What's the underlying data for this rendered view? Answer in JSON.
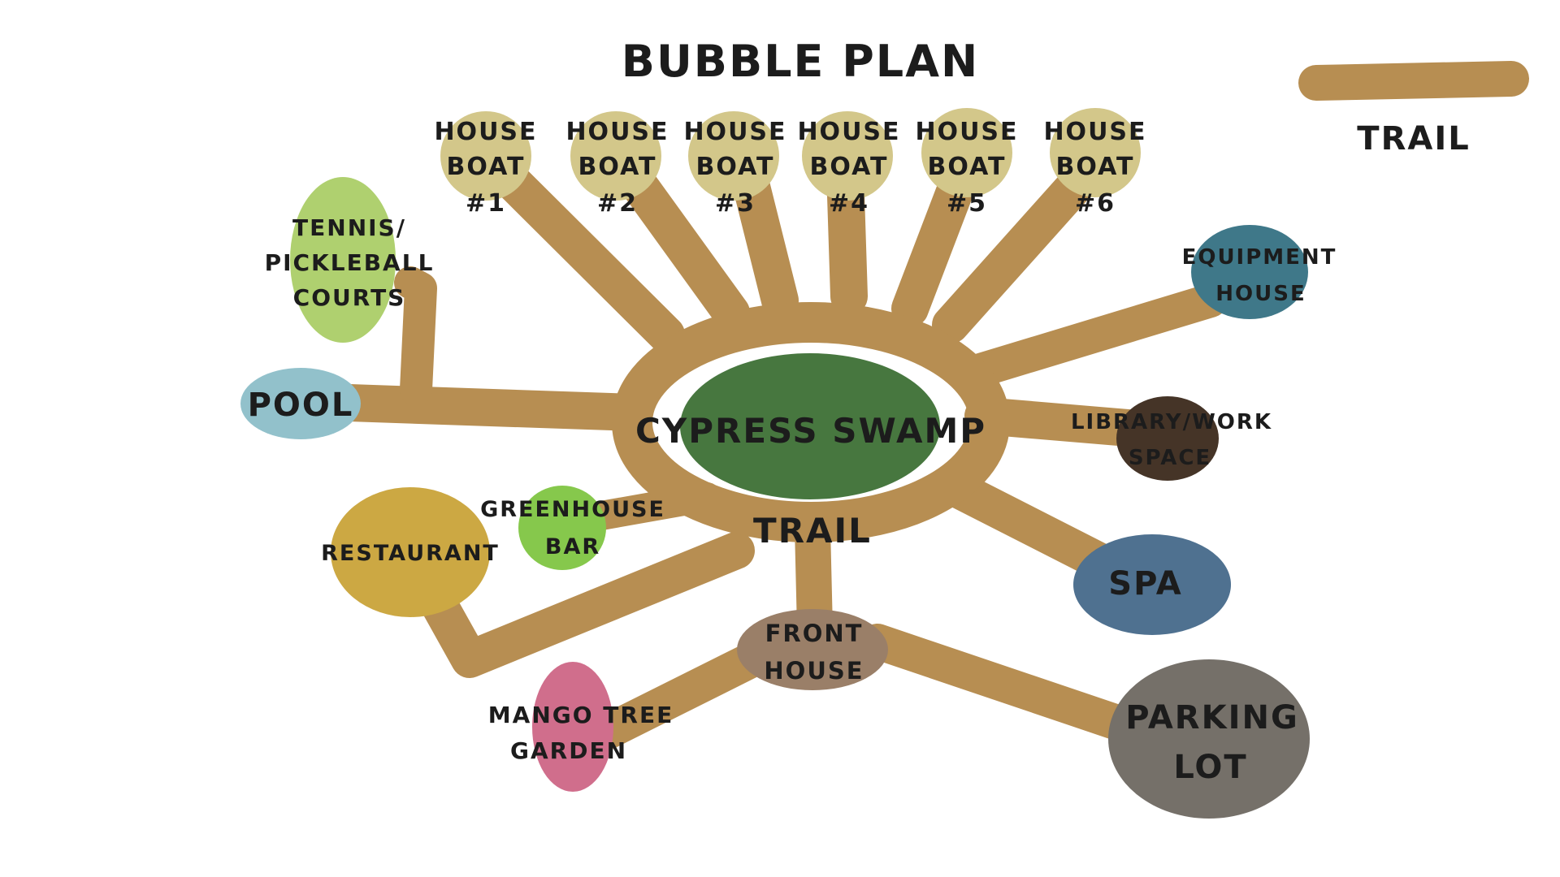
{
  "title": "BUBBLE PLAN",
  "legend": {
    "label": "TRAIL",
    "color": "#b78e52"
  },
  "colors": {
    "trail": "#b78e52",
    "house_boat": "#d3c78a",
    "cypress_swamp": "#47773f",
    "tennis": "#afd06f",
    "pool": "#92c1cb",
    "equipment": "#3f7889",
    "library": "#453427",
    "greenhouse": "#86c84c",
    "restaurant": "#cca843",
    "spa": "#4f7190",
    "front_house": "#9a7f68",
    "mango": "#d06e8c",
    "parking": "#757069"
  },
  "center": {
    "label": "CYPRESS SWAMP",
    "ring_label": "TRAIL"
  },
  "house_boats": [
    {
      "line1": "HOUSE",
      "line2": "BOAT",
      "line3": "#1"
    },
    {
      "line1": "HOUSE",
      "line2": "BOAT",
      "line3": "#2"
    },
    {
      "line1": "HOUSE",
      "line2": "BOAT",
      "line3": "#3"
    },
    {
      "line1": "HOUSE",
      "line2": "BOAT",
      "line3": "#4"
    },
    {
      "line1": "HOUSE",
      "line2": "BOAT",
      "line3": "#5"
    },
    {
      "line1": "HOUSE",
      "line2": "BOAT",
      "line3": "#6"
    }
  ],
  "tennis": {
    "line1": "TENNIS/",
    "line2": "PICKLEBALL",
    "line3": "COURTS"
  },
  "pool": {
    "label": "POOL"
  },
  "equipment": {
    "line1": "EQUIPMENT",
    "line2": "HOUSE"
  },
  "library": {
    "line1": "LIBRARY/WORK",
    "line2": "SPACE"
  },
  "greenhouse": {
    "line1": "GREENHOUSE",
    "line2": "BAR"
  },
  "restaurant": {
    "label": "RESTAURANT"
  },
  "spa": {
    "label": "SPA"
  },
  "front_house": {
    "line1": "FRONT",
    "line2": "HOUSE"
  },
  "mango": {
    "line1": "MANGO TREE",
    "line2": "GARDEN"
  },
  "parking": {
    "line1": "PARKING",
    "line2": "LOT"
  }
}
